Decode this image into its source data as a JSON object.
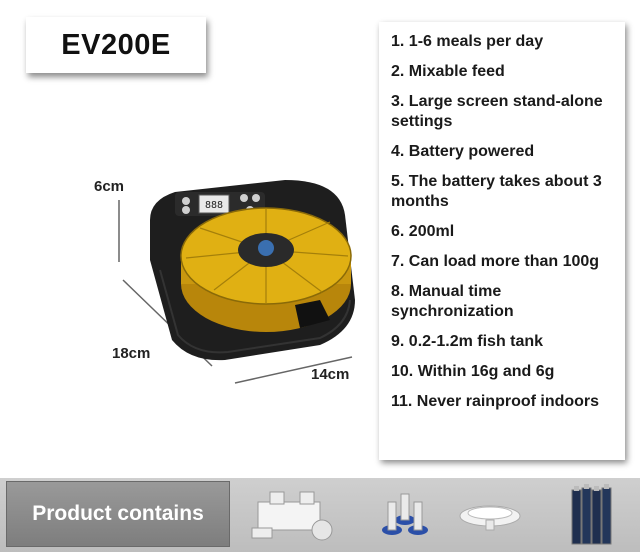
{
  "model": "EV200E",
  "features": [
    "1. 1-6 meals per day",
    "2. Mixable feed",
    "3. Large screen stand-alone settings",
    "4. Battery powered",
    "5. The battery takes about 3 months",
    "6. 200ml",
    "7. Can load more than 100g",
    "8. Manual time synchronization",
    "9. 0.2-1.2m fish tank",
    "10. Within 16g and 6g",
    "11. Never rainproof indoors"
  ],
  "dimensions": {
    "height": "6cm",
    "depth": "18cm",
    "width": "14cm"
  },
  "display_readout": "888",
  "product_contains_label": "Product contains",
  "accessories": [
    "bracket-icon",
    "screws-icon",
    "suction-cup-icon",
    "batteries-icon"
  ],
  "colors": {
    "hopper": "#e0b013",
    "body": "#1e1e1e",
    "panel": "#8a8a8a"
  }
}
